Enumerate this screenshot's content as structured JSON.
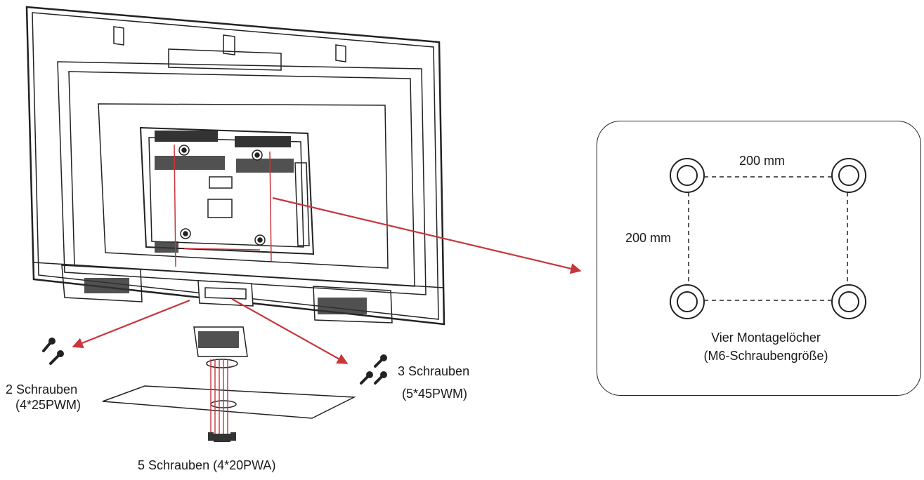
{
  "labels": {
    "screws_left_line1": "2 Schrauben",
    "screws_left_line2": "(4*25PWM)",
    "screws_right_line1": "3 Schrauben",
    "screws_right_line2": "(5*45PWM)",
    "screws_bottom": "5 Schrauben (4*20PWA)"
  },
  "vesa": {
    "width_label": "200 mm",
    "height_label": "200 mm",
    "caption_line1": "Vier Montagelöcher",
    "caption_line2": "(M6-Schraubengröße)"
  },
  "colors": {
    "line": "#222222",
    "accent_red": "#c8353a"
  }
}
